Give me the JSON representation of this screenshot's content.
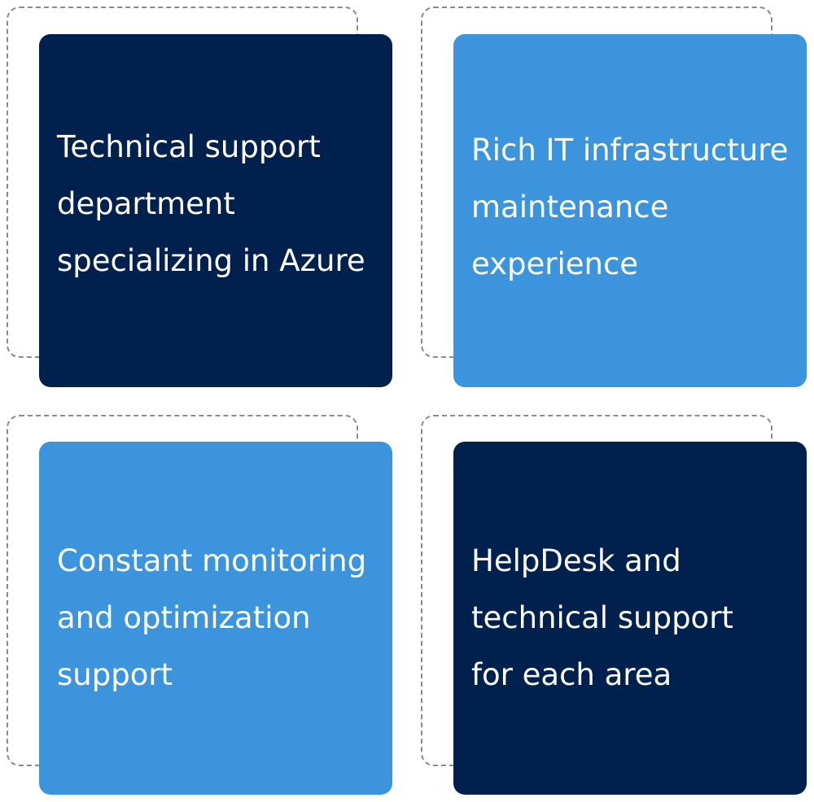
{
  "colors": {
    "dark_navy": "#00204e",
    "light_blue": "#3c94dc",
    "frame": "#8a8a8a"
  },
  "cards": [
    {
      "text": "Technical support\ndepartment\nspecializing in Azure",
      "color": "#00204e"
    },
    {
      "text": "Rich IT infrastructure\nmaintenance\nexperience",
      "color": "#3c94dc"
    },
    {
      "text": "Constant monitoring\nand optimization\nsupport",
      "color": "#3c94dc"
    },
    {
      "text": "HelpDesk and\ntechnical support\nfor each area",
      "color": "#00204e"
    }
  ]
}
